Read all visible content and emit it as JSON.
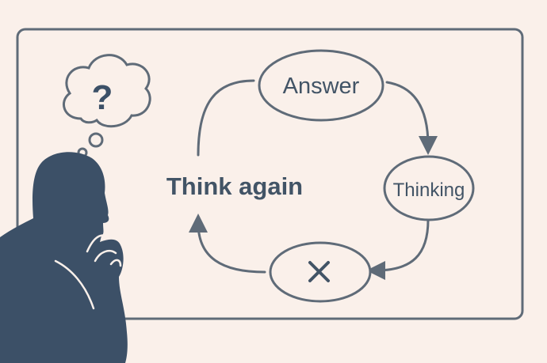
{
  "diagram": {
    "nodes": {
      "answer": {
        "label": "Answer"
      },
      "thinking": {
        "label": "Thinking"
      },
      "reject": {
        "label": "",
        "icon": "x-mark-icon"
      }
    },
    "side_label": "Think again",
    "thought_bubble": {
      "symbol": "?"
    },
    "figure": "thinking-person-silhouette"
  },
  "colors": {
    "background": "#faf0ea",
    "stroke": "#5f6b78",
    "ink": "#425466",
    "silhouette": "#3c5067"
  }
}
